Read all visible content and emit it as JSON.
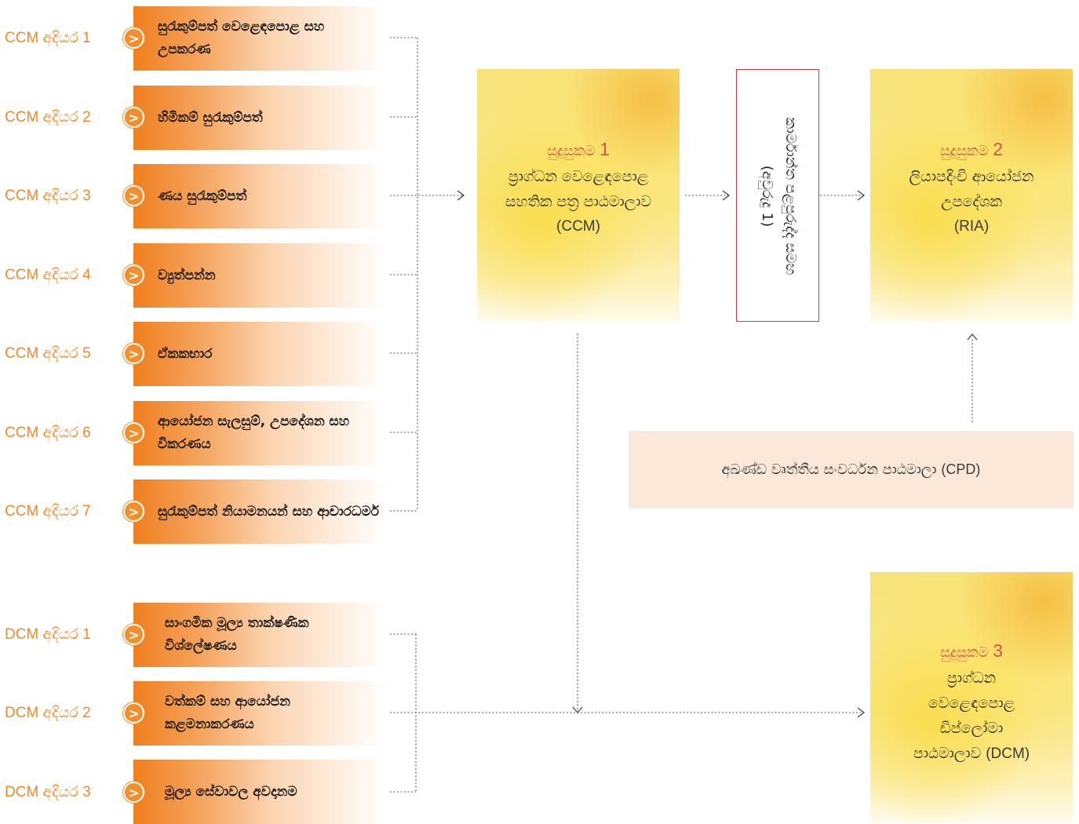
{
  "ccm_modules": [
    {
      "level": "CCM අදියර 1",
      "title": "සුරැකුම්පත් වෙළෙඳපොළ සහ උපකරණ"
    },
    {
      "level": "CCM අදියර 2",
      "title": "හිමිකම් සුරැකුම්පත්"
    },
    {
      "level": "CCM අදියර 3",
      "title": "ණය සුරැකුම්පත්"
    },
    {
      "level": "CCM අදියර 4",
      "title": "ව්‍යුත්පන්න"
    },
    {
      "level": "CCM අදියර 5",
      "title": "ඒකකභාර"
    },
    {
      "level": "CCM අදියර 6",
      "title": "ආයෝජන සැලසුම්, උපදේශන සහ විකරණය"
    },
    {
      "level": "CCM අදියර 7",
      "title": "සුරැකුම්පත් නියාමනයන් සහ ආචාරධර්ම"
    }
  ],
  "dcm_modules": [
    {
      "level": "DCM අදියර 1",
      "title": "සාංගමික මූල්‍ය තාක්ෂණික විශ්ලේෂණය"
    },
    {
      "level": "DCM අදියර 2",
      "title": "වත්කම් සහ ආයෝජන කළමනාකරණය"
    },
    {
      "level": "DCM අදියර 3",
      "title": "මූල්‍ය සේවාවල අවදානම"
    }
  ],
  "qual1": {
    "head": "සුදුසුකම",
    "num": "1",
    "line1": "ප්‍රාග්ධන වෙළෙඳපොළ",
    "line2": "සහතික පත්‍ර පාඨමාලාව",
    "code": "(CCM)"
  },
  "qual2": {
    "head": "සුදුසුකම",
    "num": "2",
    "line1": "ලියාපදිංචි ආයෝජන",
    "line2": "උපදේශක",
    "code": "(RIA)"
  },
  "qual3": {
    "head": "සුදුසුකම",
    "num": "3",
    "line1": "ප්‍රාග්ධන",
    "line2": "වෙළෙඳපොළ",
    "line3": "ඩිප්ලෝමා",
    "line4": "පාඨමාලාව",
    "code": "(DCM)"
  },
  "experience": {
    "line1": "කාර්මාන්ත පළපුරුද්ද සමඟ",
    "line2": "(අවුරුදු 1)"
  },
  "cpd": {
    "text": "අඛණ්ඩ වෘත්තීය සංවර්ධන පාඨමාලා",
    "code": "(CPD)"
  },
  "colors": {
    "orange": "#ef7f1f",
    "level_text": "#f08a2a",
    "accent_red": "#d4564a",
    "box_border": "#c9404a",
    "cpd_bg": "#fce8d8"
  }
}
